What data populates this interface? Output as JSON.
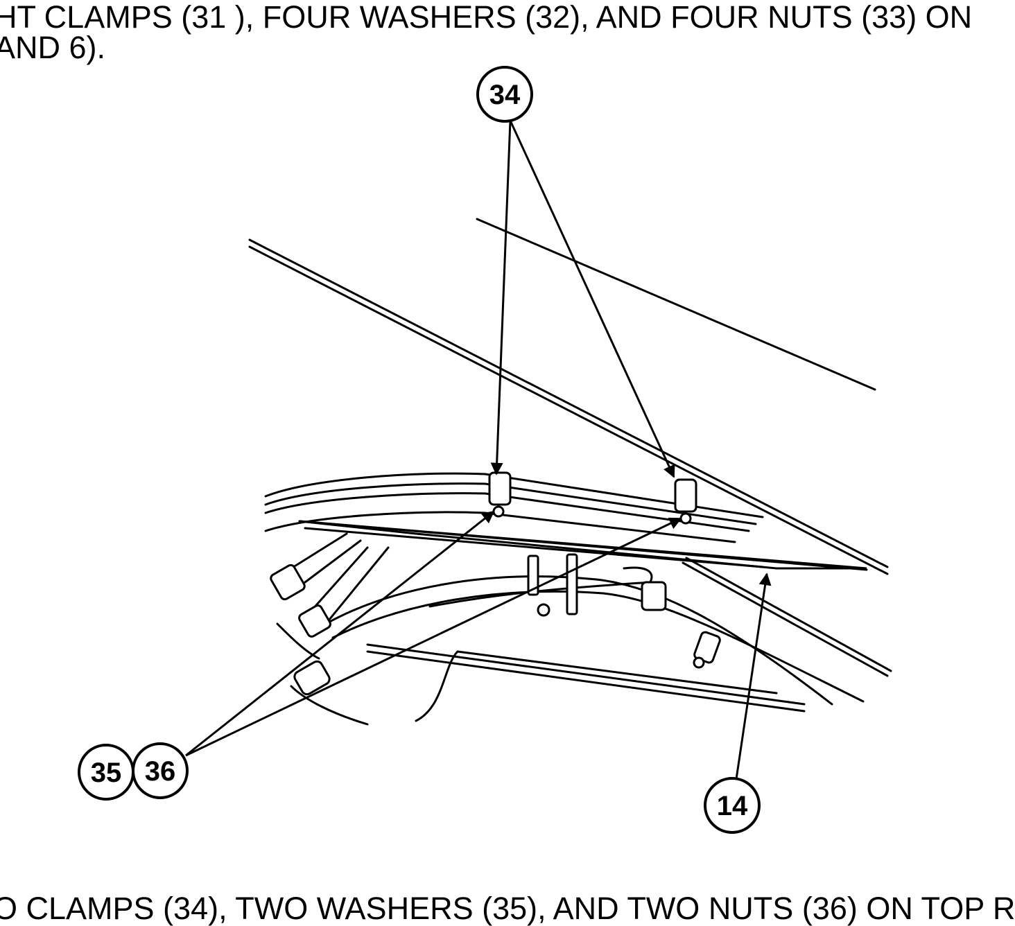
{
  "document": {
    "step_text_top_line1": "HT CLAMPS (31 ), FOUR WASHERS (32), AND FOUR NUTS (33) ON",
    "step_text_top_line2": "AND 6).",
    "step_text_bottom": "O CLAMPS (34), TWO WASHERS (35), AND TWO NUTS (36) ON TOP R"
  },
  "figure": {
    "callouts": {
      "c34": "34",
      "c35": "35",
      "c36": "36",
      "c14": "14"
    }
  }
}
